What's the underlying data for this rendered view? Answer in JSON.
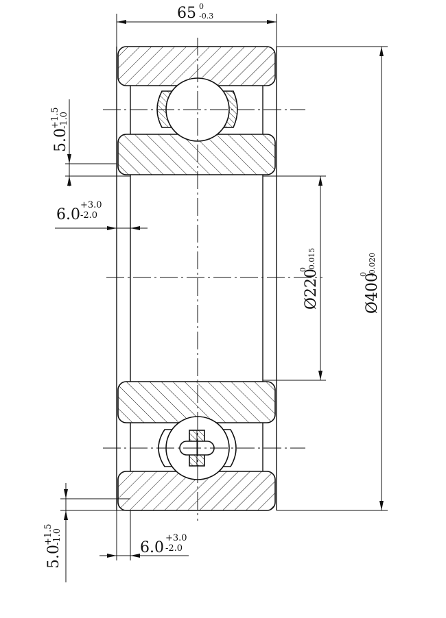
{
  "dimensions": {
    "width": {
      "nominal": "65",
      "upper": "0",
      "lower": "-0.3"
    },
    "outer_diameter": {
      "nominal": "Ø400",
      "upper": "0",
      "lower": "-0.020"
    },
    "inner_diameter": {
      "nominal": "Ø220",
      "upper": "0",
      "lower": "-0.015"
    },
    "left_offset_top": {
      "nominal": "5.0",
      "upper": "+1.5",
      "lower": "-1.0"
    },
    "left_offset_bottom": {
      "nominal": "5.0",
      "upper": "+1.5",
      "lower": "-1.0"
    },
    "groove_offset_top": {
      "nominal": "6.0",
      "upper": "+3.0",
      "lower": "-2.0"
    },
    "groove_offset_bottom": {
      "nominal": "6.0",
      "upper": "+3.0",
      "lower": "-2.0"
    }
  }
}
